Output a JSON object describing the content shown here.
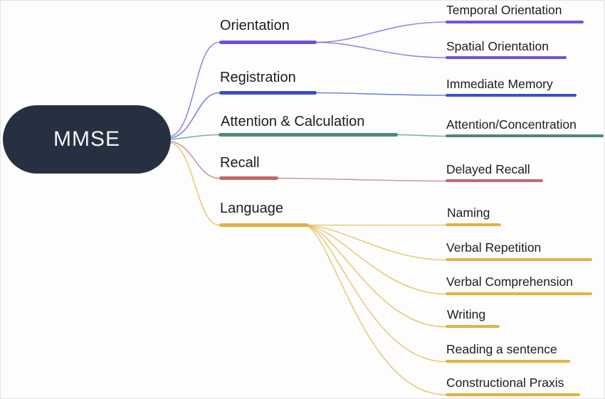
{
  "palette": {
    "background": "#fdfdfd",
    "root_fill": "#263040",
    "root_text": "#f4f5f6",
    "label_text": "#1d1d1d"
  },
  "tree": {
    "root": "MMSE",
    "branches": [
      {
        "label": "Orientation",
        "color": "#7550D6",
        "children": [
          "Temporal Orientation",
          "Spatial Orientation"
        ]
      },
      {
        "label": "Registration",
        "color": "#3A50C8",
        "children": [
          "Immediate Memory"
        ]
      },
      {
        "label": "Attention & Calculation",
        "color": "#4E8A74",
        "children": [
          "Attention/Concentration"
        ]
      },
      {
        "label": "Recall",
        "color": "#C16A6B",
        "children": [
          "Delayed Recall"
        ]
      },
      {
        "label": "Language",
        "color": "#E0B442",
        "children": [
          "Naming",
          "Verbal Repetition",
          "Verbal Comprehension",
          "Writing",
          "Reading a sentence",
          "Constructional Praxis"
        ]
      }
    ]
  }
}
